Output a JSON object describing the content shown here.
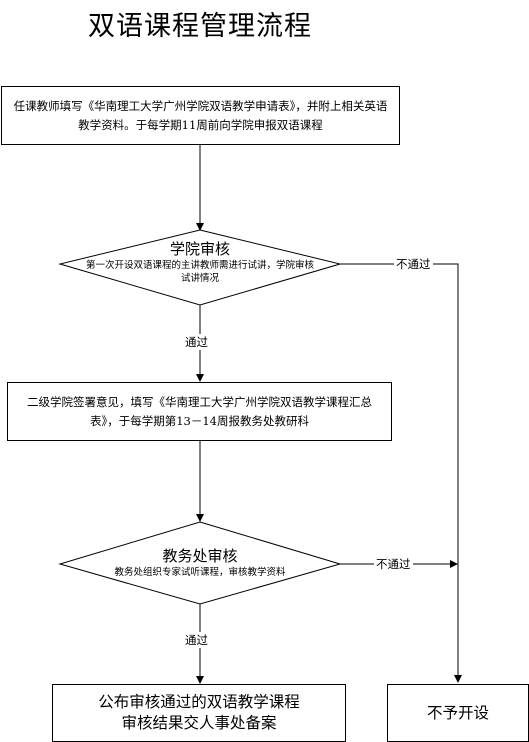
{
  "title": "双语课程管理流程",
  "nodes": {
    "apply": "任课教师填写《华南理工大学广州学院双语教学申请表》，并附上相关英语教学资料。于每学期11周前向学院申报双语课程",
    "college_review": {
      "title": "学院审核",
      "desc": "第一次开设双语课程的主讲教师需进行试讲，学院审核试讲情况"
    },
    "summary": "二级学院签署意见，填写《华南理工大学广州学院双语教学课程汇总表》，于每学期第13－14周报教务处教研科",
    "office_review": {
      "title": "教务处审核",
      "desc": "教务处组织专家试听课程，审核教学资料"
    },
    "publish": {
      "line1": "公布审核通过的双语教学课程",
      "line2": "审核结果交人事处备案"
    },
    "reject": "不予开设"
  },
  "edges": {
    "pass_1": "通过",
    "fail_1": "不通过",
    "pass_2": "通过",
    "fail_2": "不通过"
  }
}
